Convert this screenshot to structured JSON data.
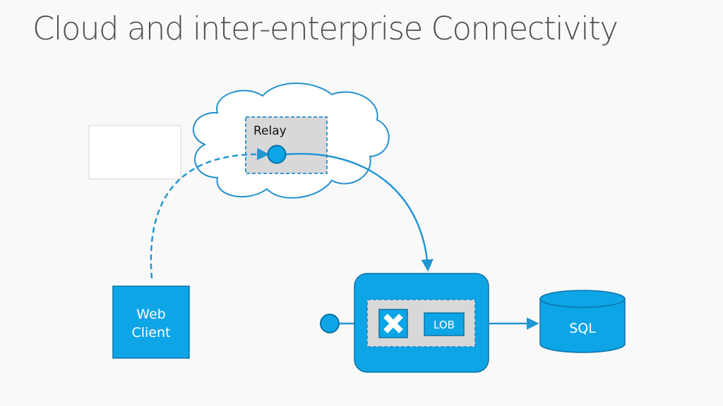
{
  "title": "Cloud and inter-enterprise Connectivity",
  "relay": {
    "label": "Relay"
  },
  "web_client": {
    "line1": "Web",
    "line2": "Client"
  },
  "lob": {
    "label": "LOB"
  },
  "sql": {
    "label": "SQL"
  },
  "colors": {
    "accent": "#0ea5e6",
    "accent_dark": "#0a72a8",
    "arrow": "#2196d3",
    "relay_fill": "#d8d8d8",
    "background": "#f9f9f9",
    "title_text": "#505050"
  }
}
